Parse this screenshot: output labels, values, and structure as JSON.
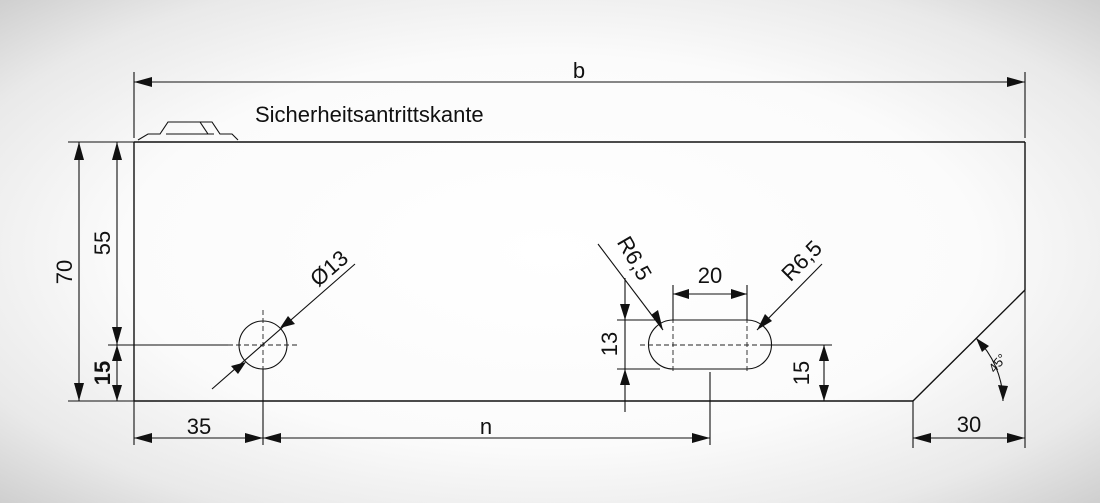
{
  "labels": {
    "width_total": "b",
    "edge_note": "Sicherheitsantrittskante",
    "height_total": "70",
    "height_upper": "55",
    "height_lower": "15",
    "hole_diameter": "Ø13",
    "slot_radius_left": "R6,5",
    "slot_radius_right": "R6,5",
    "slot_length": "20",
    "slot_height": "13",
    "slot_offset_bottom": "15",
    "hole_offset_left": "35",
    "spacing": "n",
    "chamfer_length": "30",
    "chamfer_angle": "45°"
  },
  "colors": {
    "line": "#111111",
    "background": "#ffffff"
  }
}
